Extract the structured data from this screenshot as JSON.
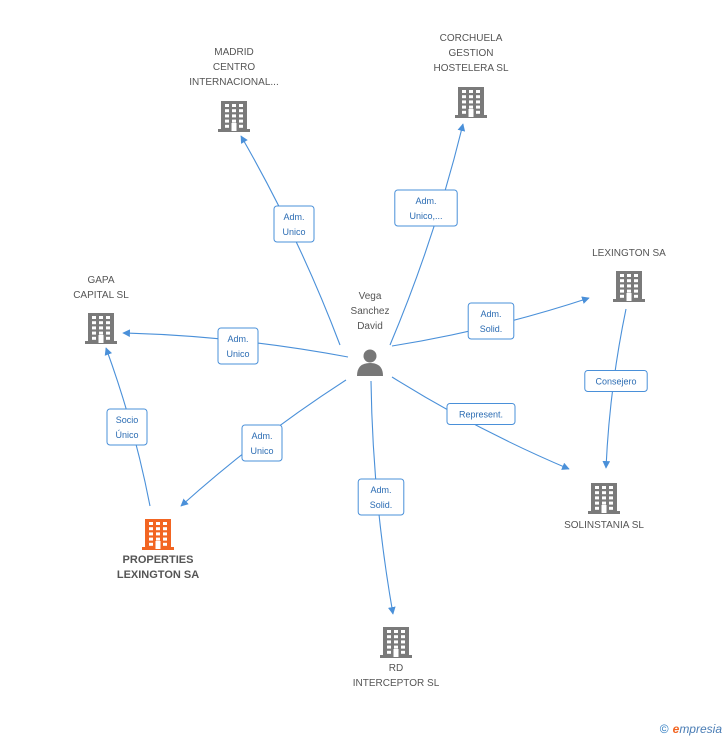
{
  "colors": {
    "edge": "#4a90d9",
    "company_icon": "#7a7a7a",
    "main_company_icon": "#f26522",
    "person_icon": "#777777"
  },
  "nodes": [
    {
      "id": "person",
      "type": "person",
      "icon": "person-icon",
      "label": [
        "Vega",
        "Sanchez",
        "David"
      ]
    },
    {
      "id": "madrid",
      "type": "company",
      "icon": "building-icon",
      "label": [
        "MADRID",
        "CENTRO",
        "INTERNACIONAL..."
      ]
    },
    {
      "id": "corchuela",
      "type": "company",
      "icon": "building-icon",
      "label": [
        "CORCHUELA",
        "GESTION",
        "HOSTELERA SL"
      ]
    },
    {
      "id": "lexington",
      "type": "company",
      "icon": "building-icon",
      "label": [
        "LEXINGTON SA"
      ]
    },
    {
      "id": "gapa",
      "type": "company",
      "icon": "building-icon",
      "label": [
        "GAPA",
        "CAPITAL  SL"
      ]
    },
    {
      "id": "solinstania",
      "type": "company",
      "icon": "building-icon",
      "label": [
        "SOLINSTANIA SL"
      ]
    },
    {
      "id": "properties",
      "type": "main-company",
      "icon": "building-icon",
      "label": [
        "PROPERTIES",
        "LEXINGTON SA"
      ]
    },
    {
      "id": "rd",
      "type": "company",
      "icon": "building-icon",
      "label": [
        "RD",
        "INTERCEPTOR SL"
      ]
    }
  ],
  "edges": [
    {
      "from": "person",
      "to": "madrid",
      "label": [
        "Adm.",
        "Unico"
      ]
    },
    {
      "from": "person",
      "to": "corchuela",
      "label": [
        "Adm.",
        "Unico,..."
      ]
    },
    {
      "from": "person",
      "to": "lexington",
      "label": [
        "Adm.",
        "Solid."
      ]
    },
    {
      "from": "person",
      "to": "gapa",
      "label": [
        "Adm.",
        "Unico"
      ]
    },
    {
      "from": "person",
      "to": "solinstania",
      "label": [
        "Represent."
      ]
    },
    {
      "from": "person",
      "to": "properties",
      "label": [
        "Adm.",
        "Unico"
      ]
    },
    {
      "from": "person",
      "to": "rd",
      "label": [
        "Adm.",
        "Solid."
      ]
    },
    {
      "from": "lexington",
      "to": "solinstania",
      "label": [
        "Consejero"
      ]
    },
    {
      "from": "properties",
      "to": "gapa",
      "label": [
        "Socio",
        "Único"
      ]
    }
  ],
  "footer": {
    "copyright": "©",
    "brand_initial": "e",
    "brand_rest": "mpresia"
  }
}
